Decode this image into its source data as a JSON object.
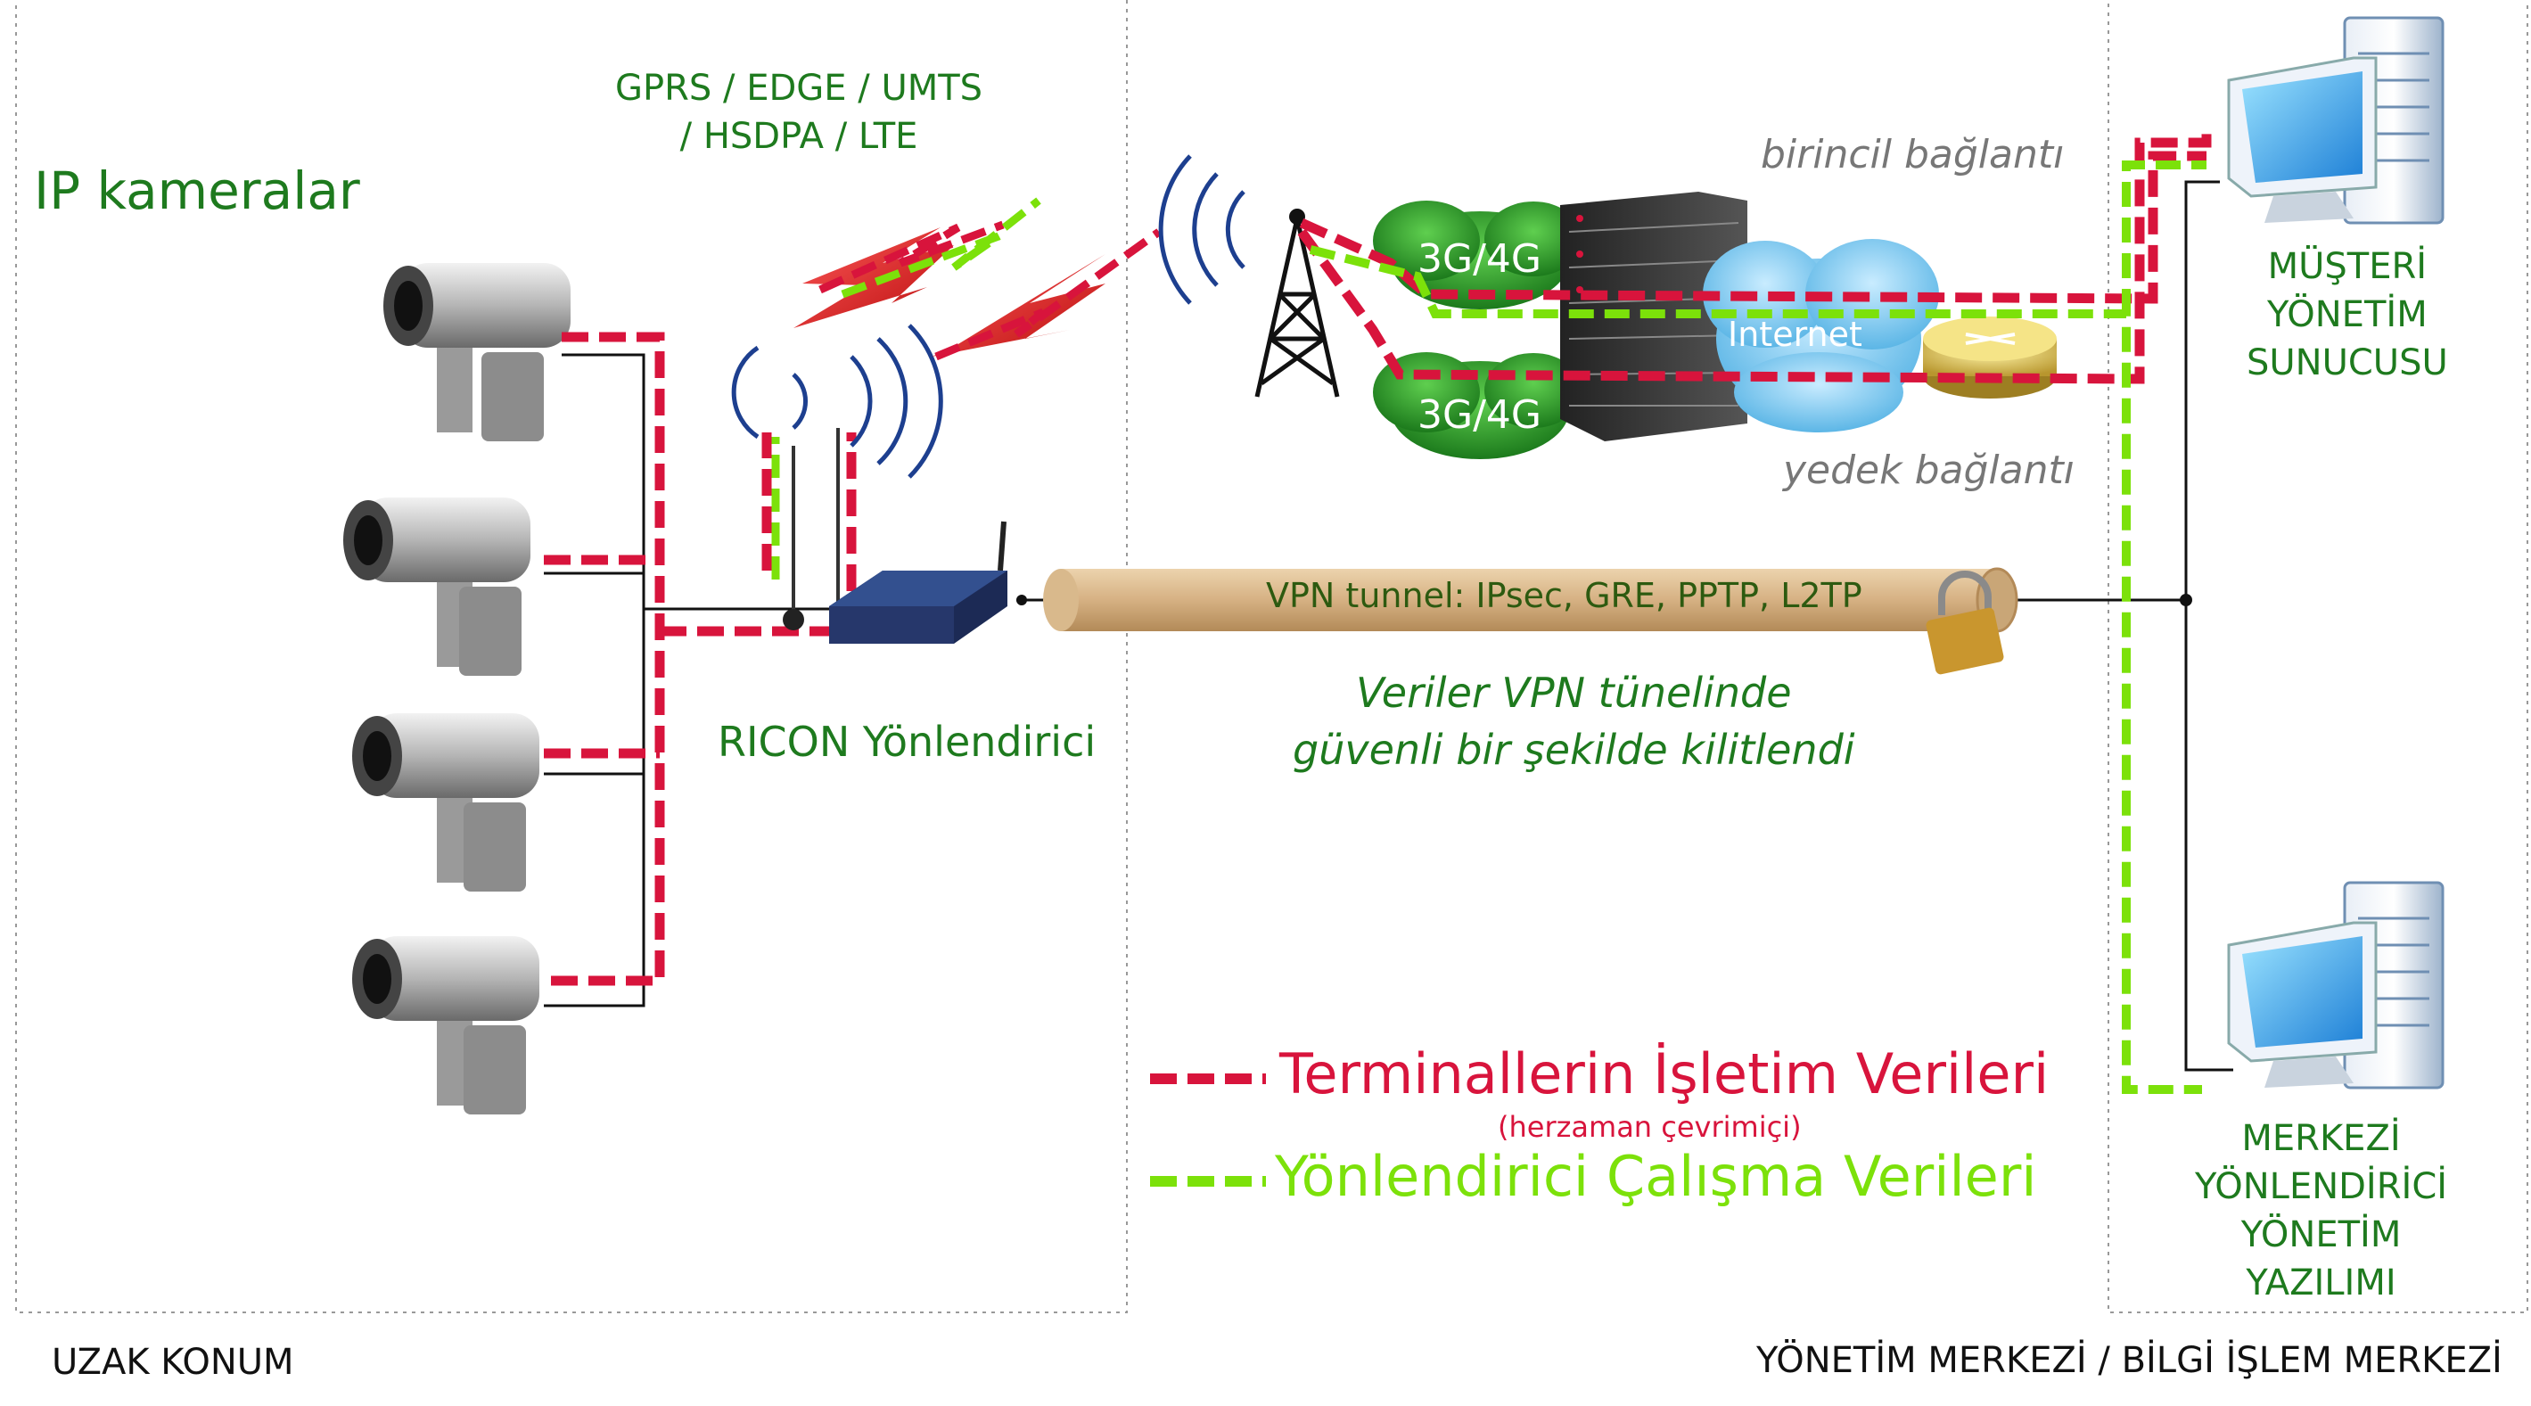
{
  "regions": {
    "remote_label": "UZAK KONUM",
    "center_label": "YÖNETİM MERKEZİ / BİLGİ İŞLEM MERKEZİ"
  },
  "cameras": {
    "title": "IP kameralar",
    "count": 4
  },
  "network_types": {
    "line1": "GPRS / EDGE / UMTS",
    "line2": "/ HSDPA / LTE"
  },
  "router": {
    "label": "RICON Yönlendirici"
  },
  "connections": {
    "primary": "birincil bağlantı",
    "backup": "yedek bağlantı"
  },
  "clouds": {
    "cell_top": "3G/4G",
    "cell_bottom": "3G/4G",
    "internet": "Internet"
  },
  "vpn": {
    "tunnel_label": "VPN tunnel: IPsec, GRE, PPTP, L2TP",
    "note_line1": "Veriler VPN tünelinde",
    "note_line2": "güvenli bir şekilde kilitlendi"
  },
  "servers": {
    "customer_line1": "MÜŞTERİ",
    "customer_line2": "YÖNETİM",
    "customer_line3": "SUNUCUSU",
    "central_line1": "MERKEZİ",
    "central_line2": "YÖNLENDİRİCİ",
    "central_line3": "YÖNETİM",
    "central_line4": "YAZILIMI"
  },
  "legend": {
    "red_label": "Terminallerin İşletim Verileri",
    "red_sublabel": "(herzaman çevrimiçi)",
    "green_label": "Yönlendirici Çalışma Verileri"
  },
  "colors": {
    "red_data": "#d8143c",
    "green_data": "#7ce10a",
    "label_green": "#1e7a1e",
    "tunnel": "#d9b98c",
    "cloud": "#2e9e2e",
    "internet_cloud": "#8fd0f0"
  }
}
